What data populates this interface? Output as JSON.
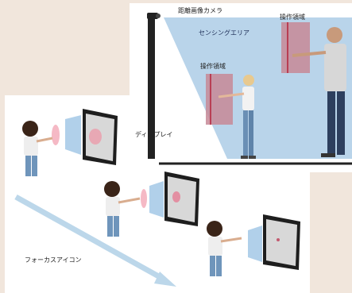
{
  "labels": {
    "camera": "距離画像カメラ",
    "sensing_area": "センシングエリア",
    "operation_area_right": "操作領域",
    "operation_area_left": "操作領域",
    "display": "ディスプレイ",
    "focus_icon": "フォーカスアイコン"
  },
  "colors": {
    "background": "#f1e6dc",
    "panel": "#ffffff",
    "sensing_area": "#b9d4ea",
    "operation_area": "#c78896",
    "operation_line": "#b3213a",
    "display_post": "#222222",
    "arrow": "#bcd7ea"
  }
}
